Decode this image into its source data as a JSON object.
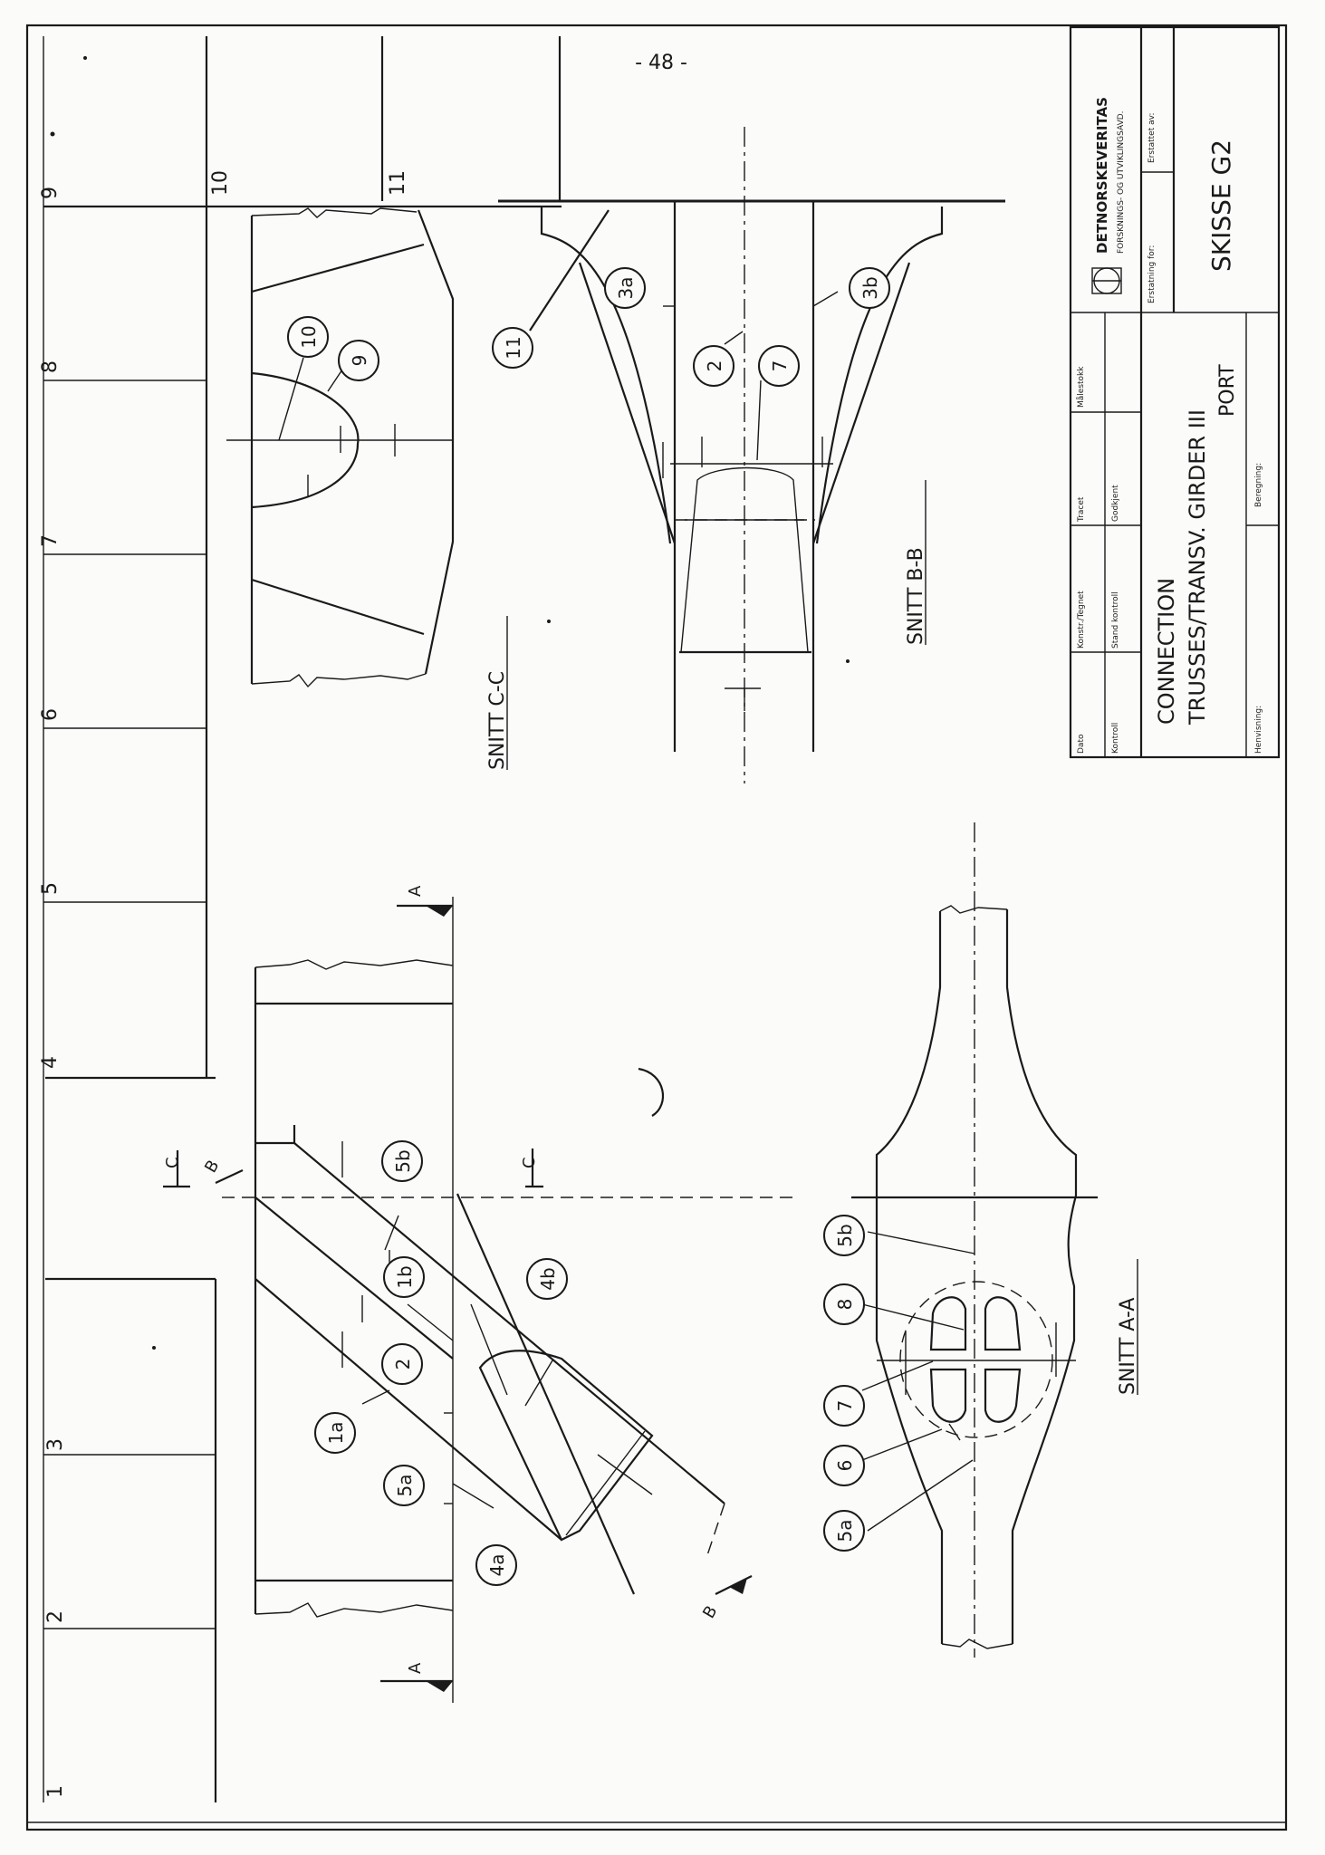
{
  "page_number": "- 48 -",
  "grid_numbers": [
    "9",
    "8",
    "7",
    "6",
    "5",
    "4",
    "3",
    "2",
    "1",
    "10",
    "11"
  ],
  "title_block": {
    "company": "DETNORSKEVERITAS",
    "department": "FORSKNINGS- OG UTVIKLINGSAVD.",
    "erstattet_av": "Erstattet av:",
    "erstatning_for": "Erstatning for:",
    "drawing_id": "SKISSE G2",
    "title_line1": "CONNECTION",
    "title_line2": "TRUSSES/TRANSV. GIRDER III",
    "title_line3": "PORT",
    "fields": {
      "dato": "Dato",
      "konstr_tegnet": "Konstr./Tegnet",
      "tracet": "Tracet",
      "malestokk": "Målestokk",
      "kontroll": "Kontroll",
      "stand_kontroll": "Stand kontroll",
      "godkjent": "Godkjent",
      "henvisning": "Henvisning:",
      "beregning": "Beregning:"
    }
  },
  "section_labels": {
    "cc": "SNITT C-C",
    "bb": "SNITT B-B",
    "aa": "SNITT A-A"
  },
  "cut_markers": {
    "a_top": "A",
    "a_bottom": "A",
    "c_left": "C",
    "c_right": "C",
    "b_top": "B",
    "b_bottom": "B"
  },
  "part_labels": {
    "cc": [
      "10",
      "9"
    ],
    "bb": [
      "11",
      "3a",
      "2",
      "7",
      "3b"
    ],
    "main": [
      "5b",
      "1b",
      "4b",
      "2",
      "1a",
      "5a",
      "4a"
    ],
    "aa": [
      "5b",
      "8",
      "7",
      "6",
      "5a"
    ]
  }
}
